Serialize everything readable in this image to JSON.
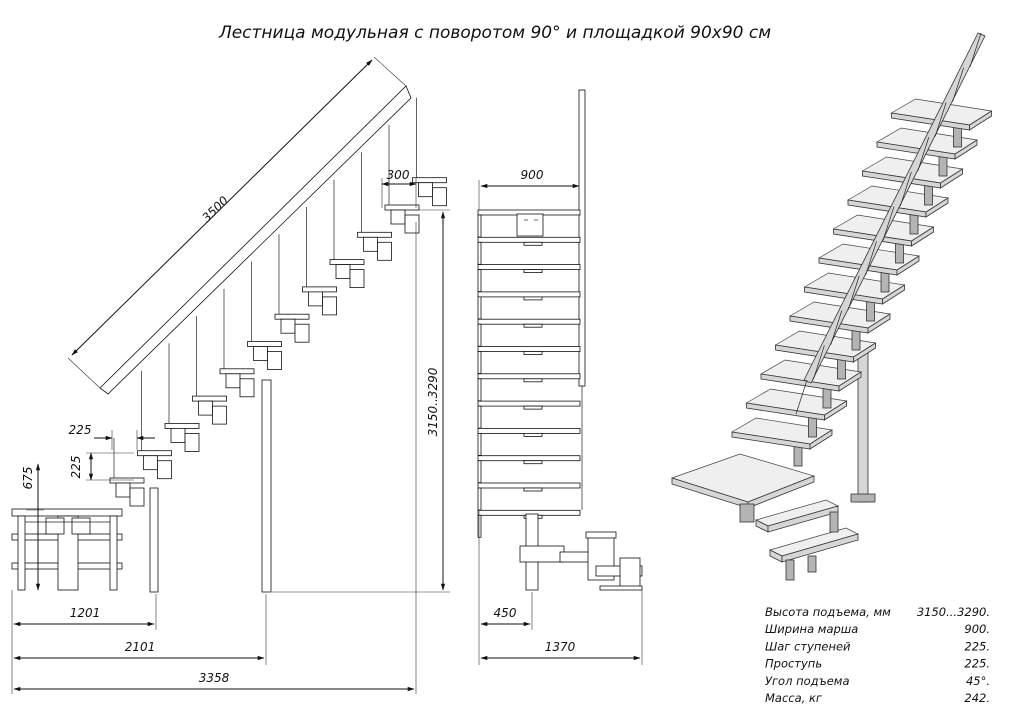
{
  "title": "Лестница модульная с поворотом 90° и площадкой 90х90 см",
  "side_view": {
    "dims": {
      "rail_length": "3500",
      "top_step_depth": "300",
      "height": "3150..3290",
      "tread": "225",
      "riser": "225",
      "landing_height": "675",
      "d1": "1201",
      "d2": "2101",
      "d3": "3358"
    }
  },
  "front_view": {
    "dims": {
      "width": "900",
      "offset": "450",
      "total": "1370"
    }
  },
  "specs": [
    {
      "label": "Высота подъема, мм",
      "value": "3150...3290."
    },
    {
      "label": "Ширина марша",
      "value": "900."
    },
    {
      "label": "Шаг ступеней",
      "value": "225."
    },
    {
      "label": "Проступь",
      "value": "225."
    },
    {
      "label": "Угол подъема",
      "value": "45°."
    },
    {
      "label": "Масса, кг",
      "value": "242."
    }
  ]
}
